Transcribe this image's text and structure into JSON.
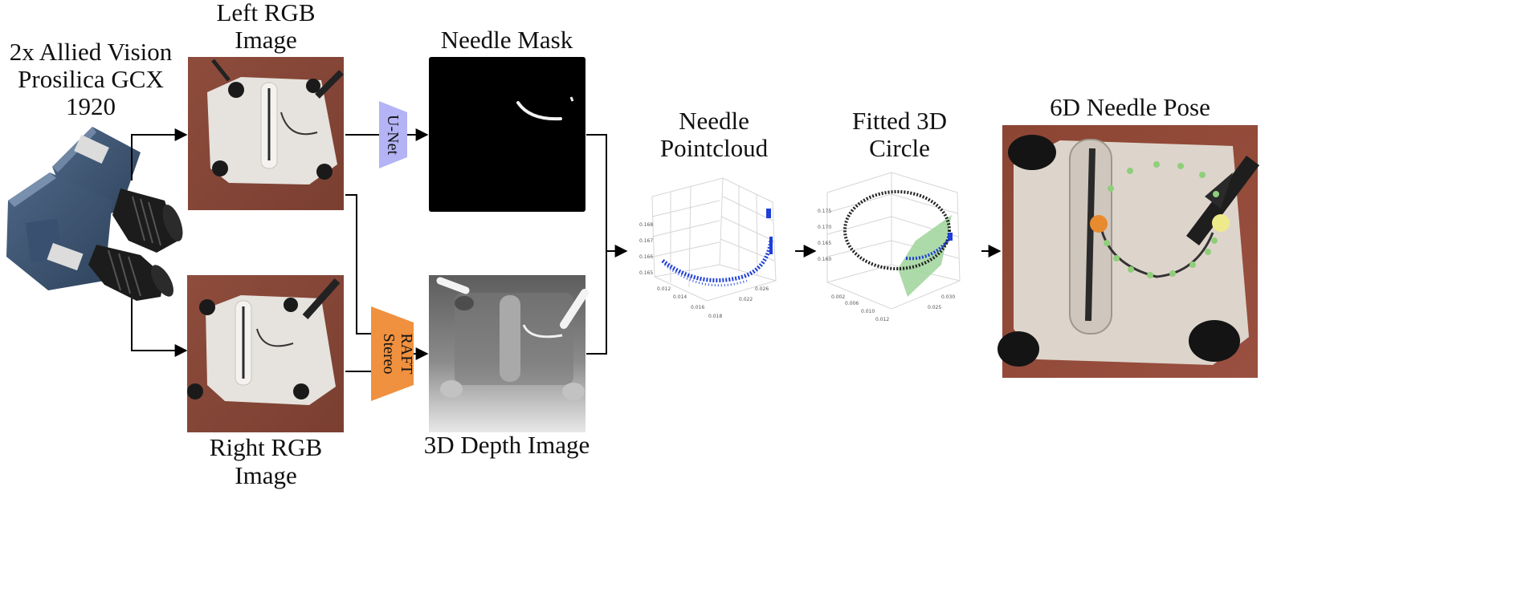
{
  "camera": {
    "caption": [
      "2x Allied Vision",
      "Prosilica GCX",
      "1920"
    ]
  },
  "images": {
    "left_rgb": [
      "Left RGB",
      "Image"
    ],
    "right_rgb": [
      "Right RGB",
      "Image"
    ],
    "needle_mask": "Needle Mask",
    "depth": "3D Depth Image",
    "pointcloud": [
      "Needle",
      "Pointcloud"
    ],
    "fitted_circle": [
      "Fitted 3D",
      "Circle"
    ],
    "pose": "6D Needle Pose"
  },
  "models": {
    "unet": "U-Net",
    "raft": [
      "RAFT",
      "Stereo"
    ]
  },
  "colors": {
    "unet_fill": "#b3b3f5",
    "raft_fill": "#f0913f",
    "tissue": "#8a4a3a",
    "pad": "#e9e4df",
    "points_blue": "#1f3fd6",
    "circle_green": "#9fd49a",
    "pose_orange": "#e88b2e",
    "pose_yellow": "#eeea8a"
  }
}
